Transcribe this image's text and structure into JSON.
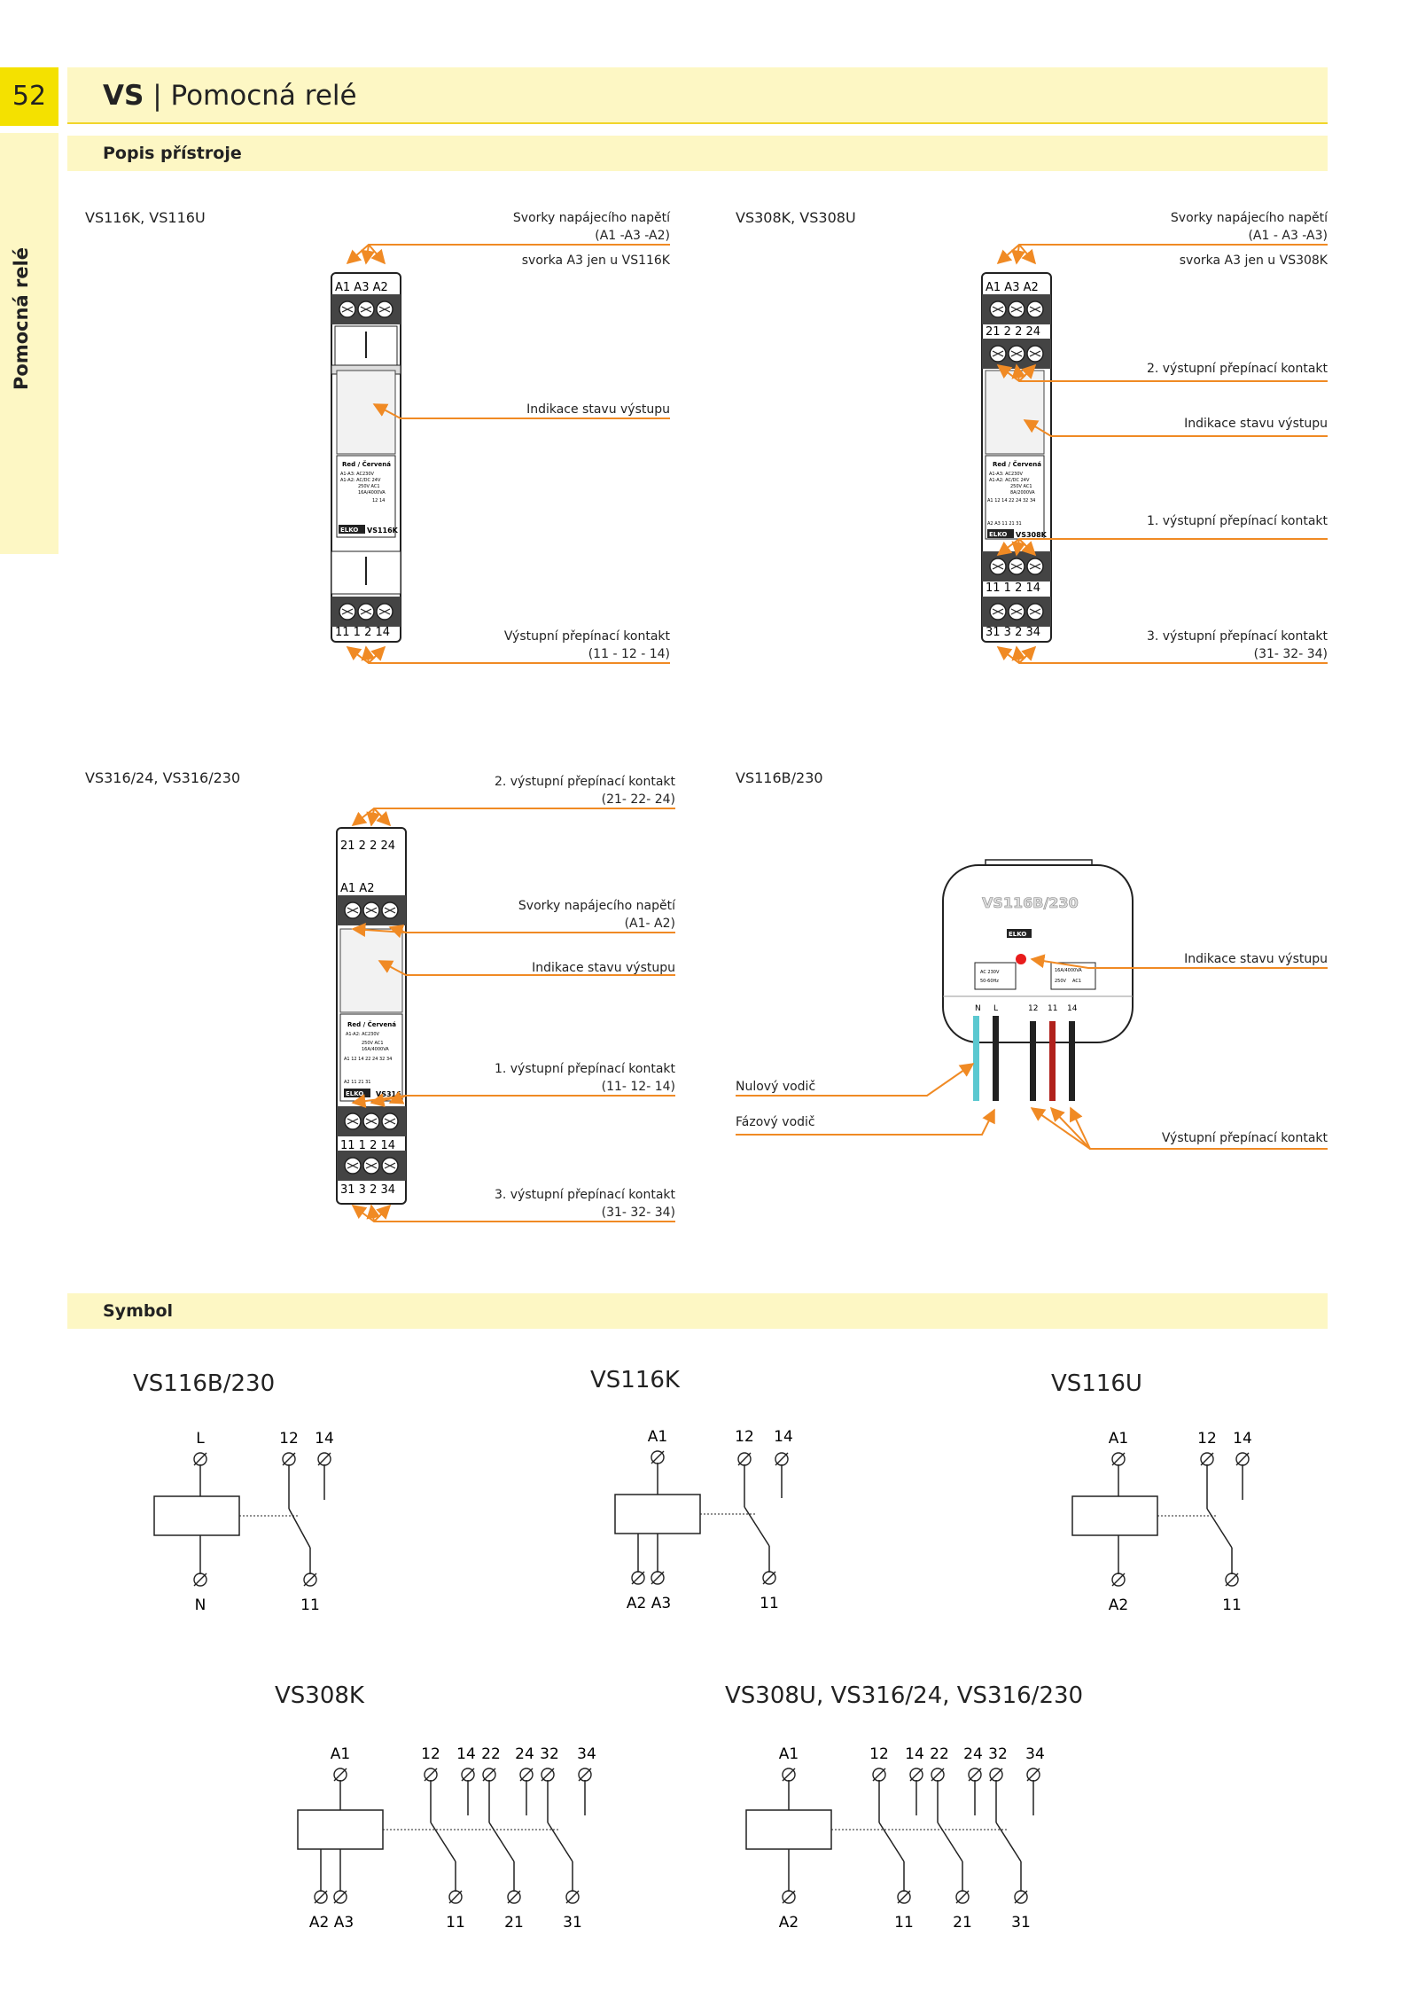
{
  "header": {
    "page_number": "52",
    "series": "VS",
    "title": "Pomocná relé",
    "side_tab": "Pomocná relé"
  },
  "sections": {
    "description": "Popis přístroje",
    "symbol": "Symbol"
  },
  "devices": {
    "vs116": {
      "model": "VS116K, VS116U",
      "label_supply": "Svorky napájecího napětí",
      "label_supply_terms": "(A1 -A3 -A2)",
      "label_a3": "svorka A3 jen u VS116K",
      "label_indication": "Indikace stavu výstupu",
      "label_output": "Výstupní přepínací kontakt",
      "label_output_terms": "(11 - 12 - 14)",
      "top_terms": "A1  A3    A2",
      "bottom_terms": "11   1   2   14",
      "brand": "ELKO",
      "name": "VS116K",
      "red_label": "Red / Červená",
      "spec1": "A1-A3: AC230V",
      "spec2": "A1-A2: AC/DC 24V",
      "spec3": "250V  AC1",
      "spec4": "16A/4000VA",
      "spec5": "12   14"
    },
    "vs308": {
      "model": "VS308K, VS308U",
      "label_supply": "Svorky napájecího napětí",
      "label_supply_terms": "(A1 - A3 -A3)",
      "label_a3": "svorka A3 jen u VS308K",
      "label_out2": "2. výstupní přepínací kontakt",
      "label_indication": "Indikace stavu výstupu",
      "label_out1": "1. výstupní přepínací kontakt",
      "label_out3": "3. výstupní přepínací kontakt",
      "label_out3_terms": "(31- 32- 34)",
      "top_terms": "A1  A3    A2",
      "top_terms2": "21  2   2   24",
      "bottom_terms1": "11   1   2   14",
      "bottom_terms2": "31  3   2   34",
      "brand": "ELKO",
      "name": "VS308K",
      "red_label": "Red / Červená",
      "spec1": "A1-A3: AC230V",
      "spec2": "A1-A2: AC/DC 24V",
      "spec3": "250V  AC1",
      "spec4": "8A/2000VA",
      "spec5": "A1 12  14 22  24 32  34",
      "spec6": "A2 A3  11        21        31"
    },
    "vs316": {
      "model": "VS316/24, VS316/230",
      "label_out2": "2. výstupní přepínací kontakt",
      "label_out2_terms": "(21- 22- 24)",
      "label_supply": "Svorky napájecího napětí",
      "label_supply_terms": "(A1- A2)",
      "label_indication": "Indikace stavu výstupu",
      "label_out1": "1. výstupní přepínací kontakt",
      "label_out1_terms": "(11- 12- 14)",
      "label_out3": "3. výstupní přepínací kontakt",
      "label_out3_terms": "(31- 32- 34)",
      "top_terms": "21  2   2   24",
      "top_terms2": "A1                A2",
      "bottom_terms1": "11   1   2   14",
      "bottom_terms2": "31   3   2   34",
      "brand": "ELKO",
      "name": "VS316",
      "red_label": "Red / Červená",
      "spec1": "A1-A2: AC230V",
      "spec3": "250V  AC1",
      "spec4": "16A/4000VA",
      "spec5": "A1 12  14 22  24 32  34",
      "spec6": "A2   11     21     31"
    },
    "vs116b": {
      "model": "VS116B/230",
      "label_indication": "Indikace stavu výstupu",
      "label_neutral": "Nulový vodič",
      "label_phase": "Fázový vodič",
      "label_output": "Výstupní přepínací kontakt",
      "name": "VS116B/230",
      "brand": "ELKO",
      "spec_left1": "AC 230V",
      "spec_left2": "50-60Hz",
      "spec_right1": "16A/4000VA",
      "spec_right2": "250V",
      "spec_right3": "AC1",
      "term_n": "N",
      "term_l": "L",
      "term_12": "12",
      "term_11": "11",
      "term_14": "14"
    }
  },
  "symbols": {
    "vs116b": {
      "title": "VS116B/230",
      "top_left": "L",
      "top_12": "12",
      "top_14": "14",
      "bottom_left": "N",
      "bottom_11": "11"
    },
    "vs116k": {
      "title": "VS116K",
      "top_left": "A1",
      "top_12": "12",
      "top_14": "14",
      "bottom_left": "A2  A3",
      "bottom_11": "11"
    },
    "vs116u": {
      "title": "VS116U",
      "top_left": "A1",
      "top_12": "12",
      "top_14": "14",
      "bottom_left": "A2",
      "bottom_11": "11"
    },
    "vs308k": {
      "title": "VS308K",
      "top_left": "A1",
      "top_12": "12",
      "top_14": "14",
      "top_22": "22",
      "top_24": "24",
      "top_32": "32",
      "top_34": "34",
      "bottom_left": "A2 A3",
      "bottom_11": "11",
      "bottom_21": "21",
      "bottom_31": "31"
    },
    "vs308u": {
      "title": "VS308U, VS316/24, VS316/230",
      "top_left": "A1",
      "top_12": "12",
      "top_14": "14",
      "top_22": "22",
      "top_24": "24",
      "top_32": "32",
      "top_34": "34",
      "bottom_left": "A2",
      "bottom_11": "11",
      "bottom_21": "21",
      "bottom_31": "31"
    }
  },
  "colors": {
    "accent_yellow": "#f4e100",
    "tab_bg": "#fdf7c4",
    "orange": "#f08a24",
    "red_led": "#e81c1c",
    "cyan_wire": "#5bc8d0",
    "red_wire": "#b0211c"
  }
}
